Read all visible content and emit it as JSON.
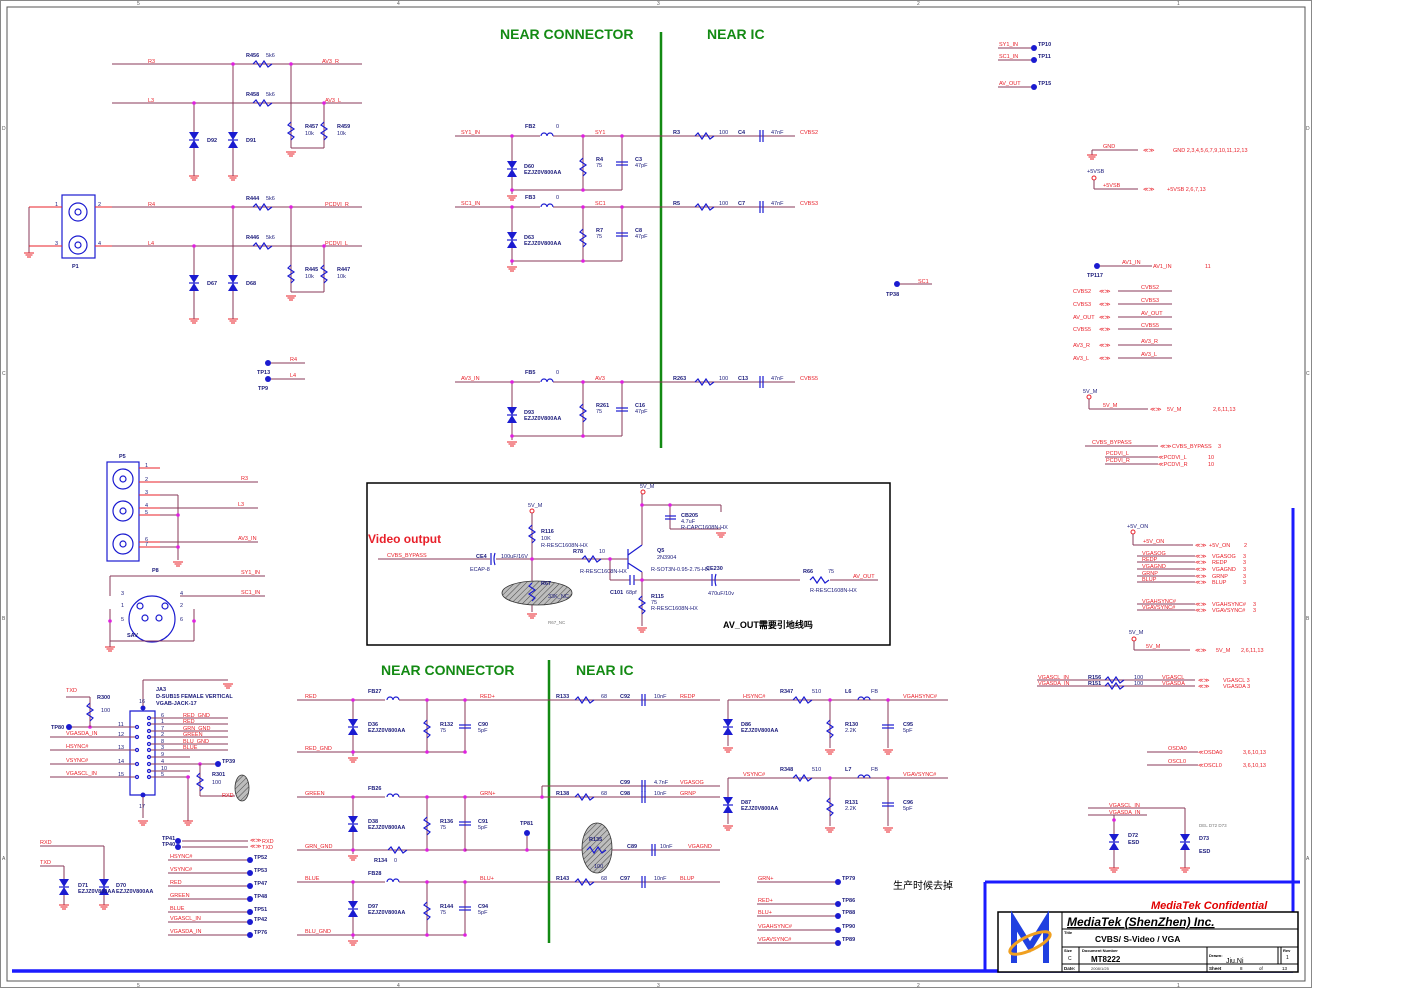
{
  "sheet": {
    "title_block": {
      "confidential": "MediaTek Confidential",
      "company": "MediaTek (ShenZhen) Inc.",
      "title_label": "Title",
      "title": "CVBS/ S-Video / VGA",
      "size_label": "Size",
      "size": "C",
      "doc_number_label": "Document Number",
      "doc_number": "MT8222",
      "drawn_label": "Drawn:",
      "drawn": "Jiu.Ni",
      "rev_label": "Rev",
      "rev": "1",
      "date_label": "Date:",
      "date": "2008/1/25",
      "sheet_label": "Sheet",
      "sheet": "8",
      "of_label": "of",
      "of": "13"
    },
    "grid_columns": [
      "5",
      "4",
      "3",
      "2",
      "1"
    ],
    "grid_rows": [
      "D",
      "C",
      "B",
      "A"
    ]
  },
  "zones": {
    "top_left": "NEAR CONNECTOR",
    "top_right": "NEAR IC",
    "bottom_left": "NEAR CONNECTOR",
    "bottom_right": "NEAR IC"
  },
  "notes": {
    "video_output": "Video  output",
    "av_out_question": "AV_OUT需要引地线吗",
    "remove_in_production": "生产时候去掉",
    "r67_nc": "R67_NC",
    "del_d72_d73": "DEL D72 D73"
  },
  "audio_block": {
    "nets": [
      "R3",
      "L3",
      "R4",
      "L4",
      "AV3_R",
      "AV3_L",
      "PCDVI_R",
      "PCDVI_L"
    ],
    "resistors": [
      {
        "ref": "R456",
        "value": "5k6"
      },
      {
        "ref": "R458",
        "value": "5k6"
      },
      {
        "ref": "R457",
        "value": "10k"
      },
      {
        "ref": "R459",
        "value": "10k"
      },
      {
        "ref": "R444",
        "value": "5k6"
      },
      {
        "ref": "R446",
        "value": "5k6"
      },
      {
        "ref": "R445",
        "value": "10k"
      },
      {
        "ref": "R447",
        "value": "10k"
      }
    ],
    "diodes": [
      "D92",
      "D91",
      "D67",
      "D68"
    ],
    "connector": "P1",
    "pins": [
      "1",
      "2",
      "3",
      "4"
    ]
  },
  "cvbs_block": {
    "rows": [
      {
        "in": "SY1_IN",
        "fb": "FB2",
        "fb_val": "0",
        "node": "SY1",
        "diode": "D60",
        "diode_part": "EZJZ0V800AA",
        "r": "R4",
        "r_val": "75",
        "c": "C3",
        "c_val": "47pF",
        "r2": "R3",
        "r2_val": "100",
        "c2": "C4",
        "c2_val": "47nF",
        "out": "CVBS2"
      },
      {
        "in": "SC1_IN",
        "fb": "FB3",
        "fb_val": "0",
        "node": "SC1",
        "diode": "D63",
        "diode_part": "EZJZ0V800AA",
        "r": "R7",
        "r_val": "75",
        "c": "C8",
        "c_val": "47pF",
        "r2": "R5",
        "r2_val": "100",
        "c2": "C7",
        "c2_val": "47nF",
        "out": "CVBS3"
      },
      {
        "in": "AV3_IN",
        "fb": "FB5",
        "fb_val": "0",
        "node": "AV3",
        "diode": "D93",
        "diode_part": "EZJZ0V800AA",
        "r": "R261",
        "r_val": "75",
        "c": "C16",
        "c_val": "47pF",
        "r2": "R263",
        "r2_val": "100",
        "c2": "C13",
        "c2_val": "47nF",
        "out": "CVBS5"
      }
    ]
  },
  "test_points_top": [
    {
      "net": "SY1_IN",
      "tp": "TP10"
    },
    {
      "net": "SC1_IN",
      "tp": "TP11"
    },
    {
      "net": "AV_OUT",
      "tp": "TP15"
    }
  ],
  "tp_left": [
    {
      "net": "R4",
      "tp": "TP13"
    },
    {
      "net": "L4",
      "tp": "TP9"
    }
  ],
  "tp38": {
    "net": "SC1",
    "tp": "TP38"
  },
  "power_ports": {
    "gnd": {
      "net": "GND",
      "pages": "GND   2,3,4,5,6,7,9,10,11,12,13"
    },
    "vsb_label": "+5VSB",
    "vsb": {
      "net": "+5VSB",
      "pages": "+5VSB   2,6,7,13"
    },
    "av1_in": {
      "tp": "TP117",
      "net": "AV1_IN",
      "port": "AV1_IN",
      "pages": "11"
    }
  },
  "offpage_ports": [
    {
      "left": "CVBS2",
      "right": "CVBS2"
    },
    {
      "left": "CVBS3",
      "right": "CVBS3"
    },
    {
      "left": "AV_OUT",
      "right": "AV_OUT"
    },
    {
      "left": "CVBS5",
      "right": "CVBS5"
    },
    {
      "left": "AV3_R",
      "right": "AV3_R"
    },
    {
      "left": "AV3_L",
      "right": "AV3_L"
    }
  ],
  "rail_5vm_1": {
    "label": "5V_M",
    "net": "5V_M",
    "port": "5V_M",
    "pages": "2,6,11,13"
  },
  "bypass_ports": [
    {
      "net": "CVBS_BYPASS",
      "port": "CVBS_BYPASS",
      "pages": "3"
    },
    {
      "net": "PCDVI_L",
      "port": "PCDVI_L",
      "pages": "10"
    },
    {
      "net": "PCDVI_R",
      "port": "PCDVI_R",
      "pages": "10"
    }
  ],
  "rail_5von": {
    "label": "+5V_ON",
    "net": "+5V_ON",
    "port": "+5V_ON",
    "pages": "2"
  },
  "vga_ports": [
    {
      "net": "VGASOG",
      "port": "VGASOG",
      "pages": "3"
    },
    {
      "net": "REDP",
      "port": "REDP",
      "pages": "3"
    },
    {
      "net": "VGAGND",
      "port": "VGAGND",
      "pages": "3"
    },
    {
      "net": "GRNP",
      "port": "GRNP",
      "pages": "3"
    },
    {
      "net": "BLUP",
      "port": "BLUP",
      "pages": "3"
    }
  ],
  "sync_ports": [
    {
      "net": "VGAHSYNC#",
      "port": "VGAHSYNC#",
      "pages": "3"
    },
    {
      "net": "VGAVSYNC#",
      "port": "VGAVSYNC#",
      "pages": "3"
    }
  ],
  "rail_5vm_2": {
    "label": "5V_M",
    "net": "5V_M",
    "port": "5V_M",
    "pages": "2,6,11,13"
  },
  "ddc": [
    {
      "in": "VGASCL_IN",
      "r": "R156",
      "val": "100",
      "net": "VGASCL",
      "port": "VGASCL  3"
    },
    {
      "in": "VGASDA_IN",
      "r": "R151",
      "val": "100",
      "net": "VGASDA",
      "port": "VGASDA  3"
    }
  ],
  "osd_ports": [
    {
      "net": "OSDA0",
      "port": "OSDA0",
      "pages": "3,6,10,13"
    },
    {
      "net": "OSCL0",
      "port": "OSCL0",
      "pages": "3,6,10,13"
    }
  ],
  "esd": {
    "nets": [
      "VGASCL_IN",
      "VGASDA_IN"
    ],
    "d1": "D72",
    "d1_val": "ESD",
    "d2": "D73",
    "d2_val": "ESD"
  },
  "video_out": {
    "in_net": "CVBS_BYPASS",
    "ce4": "CE4",
    "ce4_val": "100uF/16V",
    "ce4_pkg": "ECAP-8",
    "vcc1": "5V_M",
    "vcc2": "5V_M",
    "r116": "R116",
    "r116_val": "10K",
    "r116_pkg": "R-RESC1608N-HX",
    "r78": "R78",
    "r78_val": "10",
    "r78_pkg": "R-RESC1608N-HX",
    "r67": "R67",
    "r67_val": "33K_NC",
    "q5": "Q5",
    "q5_val": "2N3904",
    "q5_pkg": "R-SOT3N-0.95-2.75-HX",
    "c101": "C101",
    "c101_val": "68pf",
    "cb205": "CB205",
    "cb205_val": "4.7uF",
    "cb205_pkg": "R-CAPC1608N-HX",
    "ce230": "CE230",
    "ce230_val": "470uF/10v",
    "r115": "R115",
    "r115_val": "75",
    "r115_pkg": "R-RESC1608N-HX",
    "r66": "R66",
    "r66_val": "75",
    "r66_pkg": "R-RESC1608N-HX",
    "out_net": "AV_OUT"
  },
  "p5": {
    "ref": "P5",
    "pins": [
      "1",
      "2",
      "3",
      "4",
      "5",
      "6",
      "7"
    ],
    "nets": [
      "R3",
      "L3",
      "AV3_IN"
    ]
  },
  "p8": {
    "ref": "P8",
    "name": "SAV",
    "pins": [
      "3",
      "4",
      "1",
      "2",
      "5",
      "6"
    ],
    "nets": [
      "SY1_IN",
      "SC1_IN"
    ]
  },
  "vga_conn": {
    "ref": "JA3",
    "desc": "D-SUB15 FEMALE VERTICAL",
    "pkg": "VGAB-JACK-17",
    "pins_left": [
      "11",
      "12",
      "13",
      "14",
      "15"
    ],
    "pins_right": [
      "6",
      "1",
      "7",
      "2",
      "8",
      "3",
      "9",
      "4",
      "10",
      "5"
    ],
    "pin16": "16",
    "pin17": "17",
    "left_nets": [
      "VGASDA_IN",
      "HSYNC#",
      "VSYNC#",
      "VGASCL_IN"
    ],
    "right_nets": [
      "RED_GND",
      "RED",
      "GRN_GND",
      "GREEN",
      "BLU_GND",
      "BLUE"
    ],
    "txd": "TXD",
    "r300": "R300",
    "r300_val": "100",
    "tp80": "TP80",
    "tp39": "TP39",
    "r301": "R301",
    "r301_val": "100",
    "rxd": "RXD"
  },
  "uart_esd": {
    "rxd": "RXD",
    "txd": "TXD",
    "d71": "D71",
    "d70": "D70",
    "part": "EZJZ0V800AA"
  },
  "tp_list_left": [
    {
      "net": "",
      "tp": "TP41"
    },
    {
      "net": "",
      "tp": "TP40"
    },
    {
      "net": "HSYNC#",
      "tp": "TP52"
    },
    {
      "net": "VSYNC#",
      "tp": "TP53"
    },
    {
      "net": "RED",
      "tp": "TP47"
    },
    {
      "net": "GREEN",
      "tp": "TP48"
    },
    {
      "net": "BLUE",
      "tp": "TP51"
    },
    {
      "net": "VGASCL_IN",
      "tp": "TP42"
    },
    {
      "net": "VGASDA_IN",
      "tp": "TP76"
    }
  ],
  "uart_ports": [
    "RXD",
    "TXD"
  ],
  "rgb_block": {
    "rows": [
      {
        "in": "RED",
        "gnd": "RED_GND",
        "fb": "FB27",
        "node": "RED+",
        "diode": "D36",
        "part": "EZJZ0V800AA",
        "r": "R132",
        "r_val": "75",
        "c": "C90",
        "c_val": "5pF",
        "r2": "R133",
        "r2_val": "68",
        "c2": "C92",
        "c2_val": "10nF",
        "out": "REDP"
      },
      {
        "in": "GREEN",
        "gnd": "GRN_GND",
        "fb": "FB26",
        "node": "GRN+",
        "diode": "D38",
        "part": "EZJZ0V800AA",
        "r": "R136",
        "r_val": "75",
        "c": "C91",
        "c_val": "5pF",
        "r2": "R138",
        "r2_val": "68",
        "c2": "C98",
        "c2_val": "10nF",
        "out": "GRNP"
      },
      {
        "in": "BLUE",
        "gnd": "BLU_GND",
        "fb": "FB28",
        "node": "BLU+",
        "diode": "D97",
        "part": "EZJZ0V800AA",
        "r": "R144",
        "r_val": "75",
        "c": "C94",
        "c_val": "5pF",
        "r2": "R143",
        "r2_val": "68",
        "c2": "C97",
        "c2_val": "10nF",
        "out": "BLUP"
      }
    ],
    "sog": {
      "c": "C99",
      "c_val": "4.7nF",
      "out": "VGASOG"
    },
    "gnd_path": {
      "r": "R134",
      "r_val": "0",
      "tp": "TP81",
      "r2": "R135",
      "r2_val": "100",
      "c": "C89",
      "c_val": "10nF",
      "out": "VGAGND"
    }
  },
  "sync_block": {
    "rows": [
      {
        "in": "HSYNC#",
        "r": "R347",
        "r_val": "510",
        "l": "L6",
        "l_val": "FB",
        "diode": "D86",
        "part": "EZJZ0V800AA",
        "rp": "R130",
        "rp_val": "2.2K",
        "c": "C95",
        "c_val": "5pF",
        "out": "VGAHSYNC#"
      },
      {
        "in": "VSYNC#",
        "r": "R348",
        "r_val": "510",
        "l": "L7",
        "l_val": "FB",
        "diode": "D87",
        "part": "EZJZ0V800AA",
        "rp": "R131",
        "rp_val": "2.2K",
        "c": "C96",
        "c_val": "5pF",
        "out": "VGAVSYNC#"
      }
    ]
  },
  "tp_list_right": [
    {
      "net": "GRN+",
      "tp": "TP79"
    },
    {
      "net": "RED+",
      "tp": "TP86"
    },
    {
      "net": "BLU+",
      "tp": "TP88"
    },
    {
      "net": "VGAHSYNC#",
      "tp": "TP90"
    },
    {
      "net": "VGAVSYNC#",
      "tp": "TP89"
    }
  ]
}
